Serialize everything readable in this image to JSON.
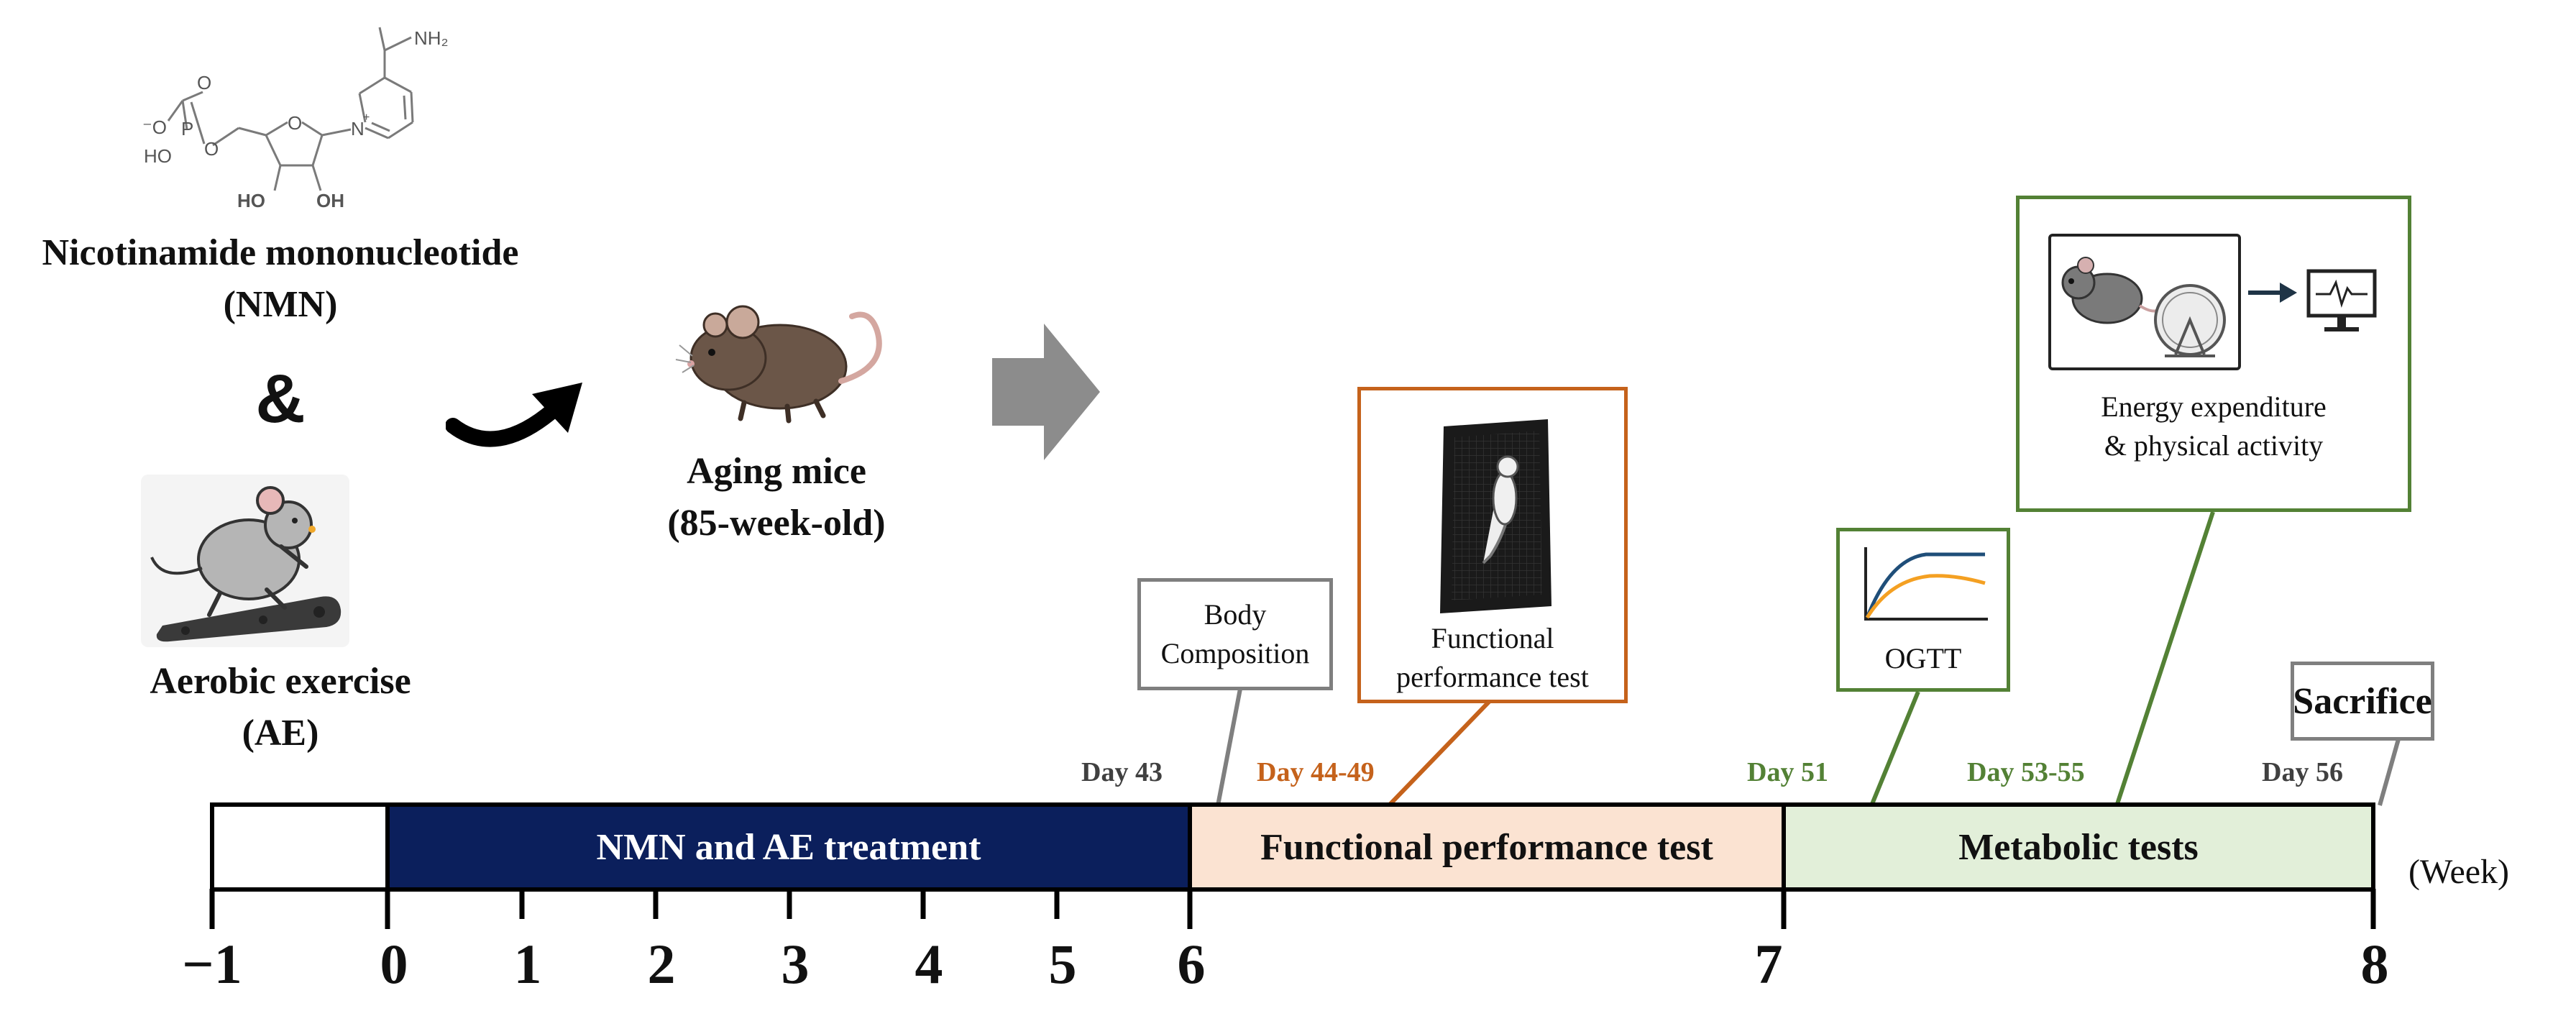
{
  "compound": {
    "name_line1": "Nicotinamide mononucleotide",
    "name_line2": "(NMN)"
  },
  "ampersand": "&",
  "exercise": {
    "name_line1": "Aerobic exercise",
    "name_line2": "(AE)"
  },
  "mice": {
    "label_line1": "Aging mice",
    "label_line2": "(85-week-old)"
  },
  "structure_labels": {
    "nh2": "NH₂",
    "o_minus": "⁻O",
    "o_top": "O",
    "p": "P",
    "o_link": "O",
    "ho_p": "HO",
    "o_ring": "O",
    "n_plus": "N",
    "plus": "+",
    "ho1": "HO",
    "oh2": "OH"
  },
  "callouts": {
    "body_composition": {
      "line1": "Body",
      "line2": "Composition"
    },
    "functional": {
      "line1": "Functional",
      "line2": "performance test"
    },
    "ogtt": "OGTT",
    "energy": {
      "line1": "Energy expenditure",
      "line2": "& physical activity"
    },
    "sacrifice": "Sacrifice"
  },
  "days": {
    "d43": "Day 43",
    "d44_49": "Day 44-49",
    "d51": "Day 51",
    "d53_55": "Day 53-55",
    "d56": "Day 56"
  },
  "timeline": {
    "segments": {
      "treatment": "NMN and AE treatment",
      "functional": "Functional performance test",
      "metabolic": "Metabolic tests"
    },
    "unit": "(Week)",
    "ticks": [
      "−1",
      "0",
      "1",
      "2",
      "3",
      "4",
      "5",
      "6",
      "7",
      "8"
    ]
  },
  "colors": {
    "treatment_fill": "#0b1f5c",
    "functional_fill": "#fbe3d2",
    "metabolic_fill": "#e2efd9",
    "orange": "#c5621b",
    "green": "#538135",
    "gray_box": "#7f7f7f",
    "gray_arrow": "#8c8c8c",
    "day_gray": "#404040",
    "glucose_curve_1": "#1f4e79",
    "glucose_curve_2": "#f4a022"
  }
}
